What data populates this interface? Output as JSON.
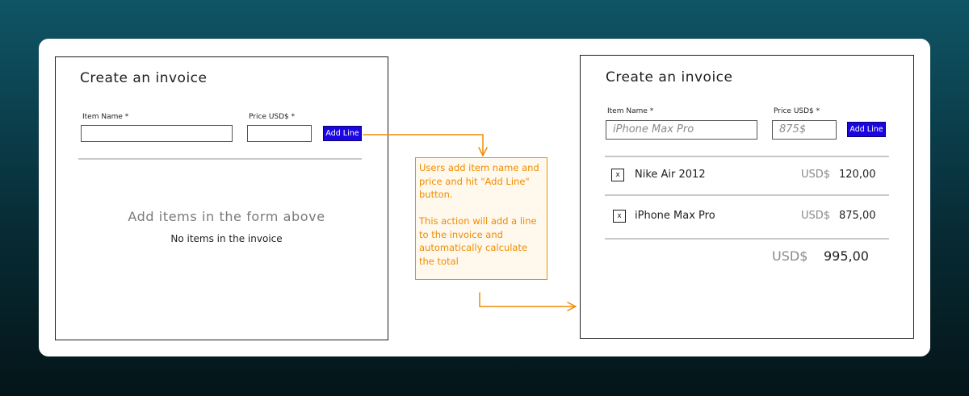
{
  "left_mock": {
    "title": "Create an invoice",
    "item_label": "Item Name *",
    "item_value": "",
    "price_label": "Price USD$ *",
    "price_value": "",
    "add_button": "Add Line",
    "empty_title": "Add items in the form above",
    "empty_subtitle": "No items in the invoice"
  },
  "right_mock": {
    "title": "Create an invoice",
    "item_label": "Item Name *",
    "item_value": "iPhone Max Pro",
    "price_label": "Price USD$ *",
    "price_value": "875$",
    "add_button": "Add Line",
    "lines": [
      {
        "remove": "x",
        "name": "Nike Air 2012",
        "currency": "USD$",
        "amount": "120,00"
      },
      {
        "remove": "x",
        "name": "iPhone Max Pro",
        "currency": "USD$",
        "amount": "875,00"
      }
    ],
    "total_currency": "USD$",
    "total_amount": "995,00"
  },
  "annotation": {
    "paragraph_1": "Users add item name and price and hit \"Add Line\" button.",
    "paragraph_2": "This action will add a line to the invoice and automatically calculate the total"
  },
  "colors": {
    "accent_button": "#1b06e0",
    "annotation": "#f08c00"
  }
}
